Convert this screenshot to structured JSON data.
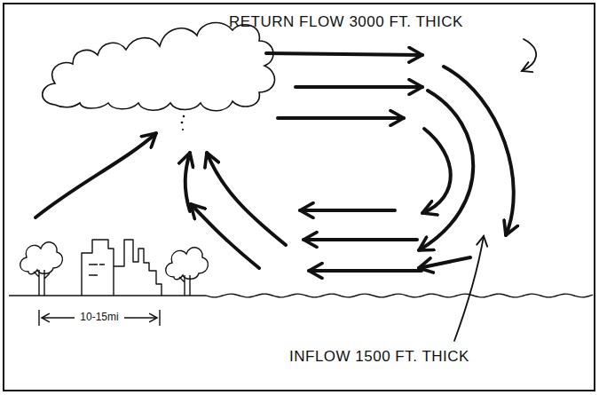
{
  "diagram": {
    "labels": [
      "RETURN FLOW 3000 FT. THICK",
      "INFLOW 1500 FT. THICK",
      "10-15mi"
    ]
  }
}
